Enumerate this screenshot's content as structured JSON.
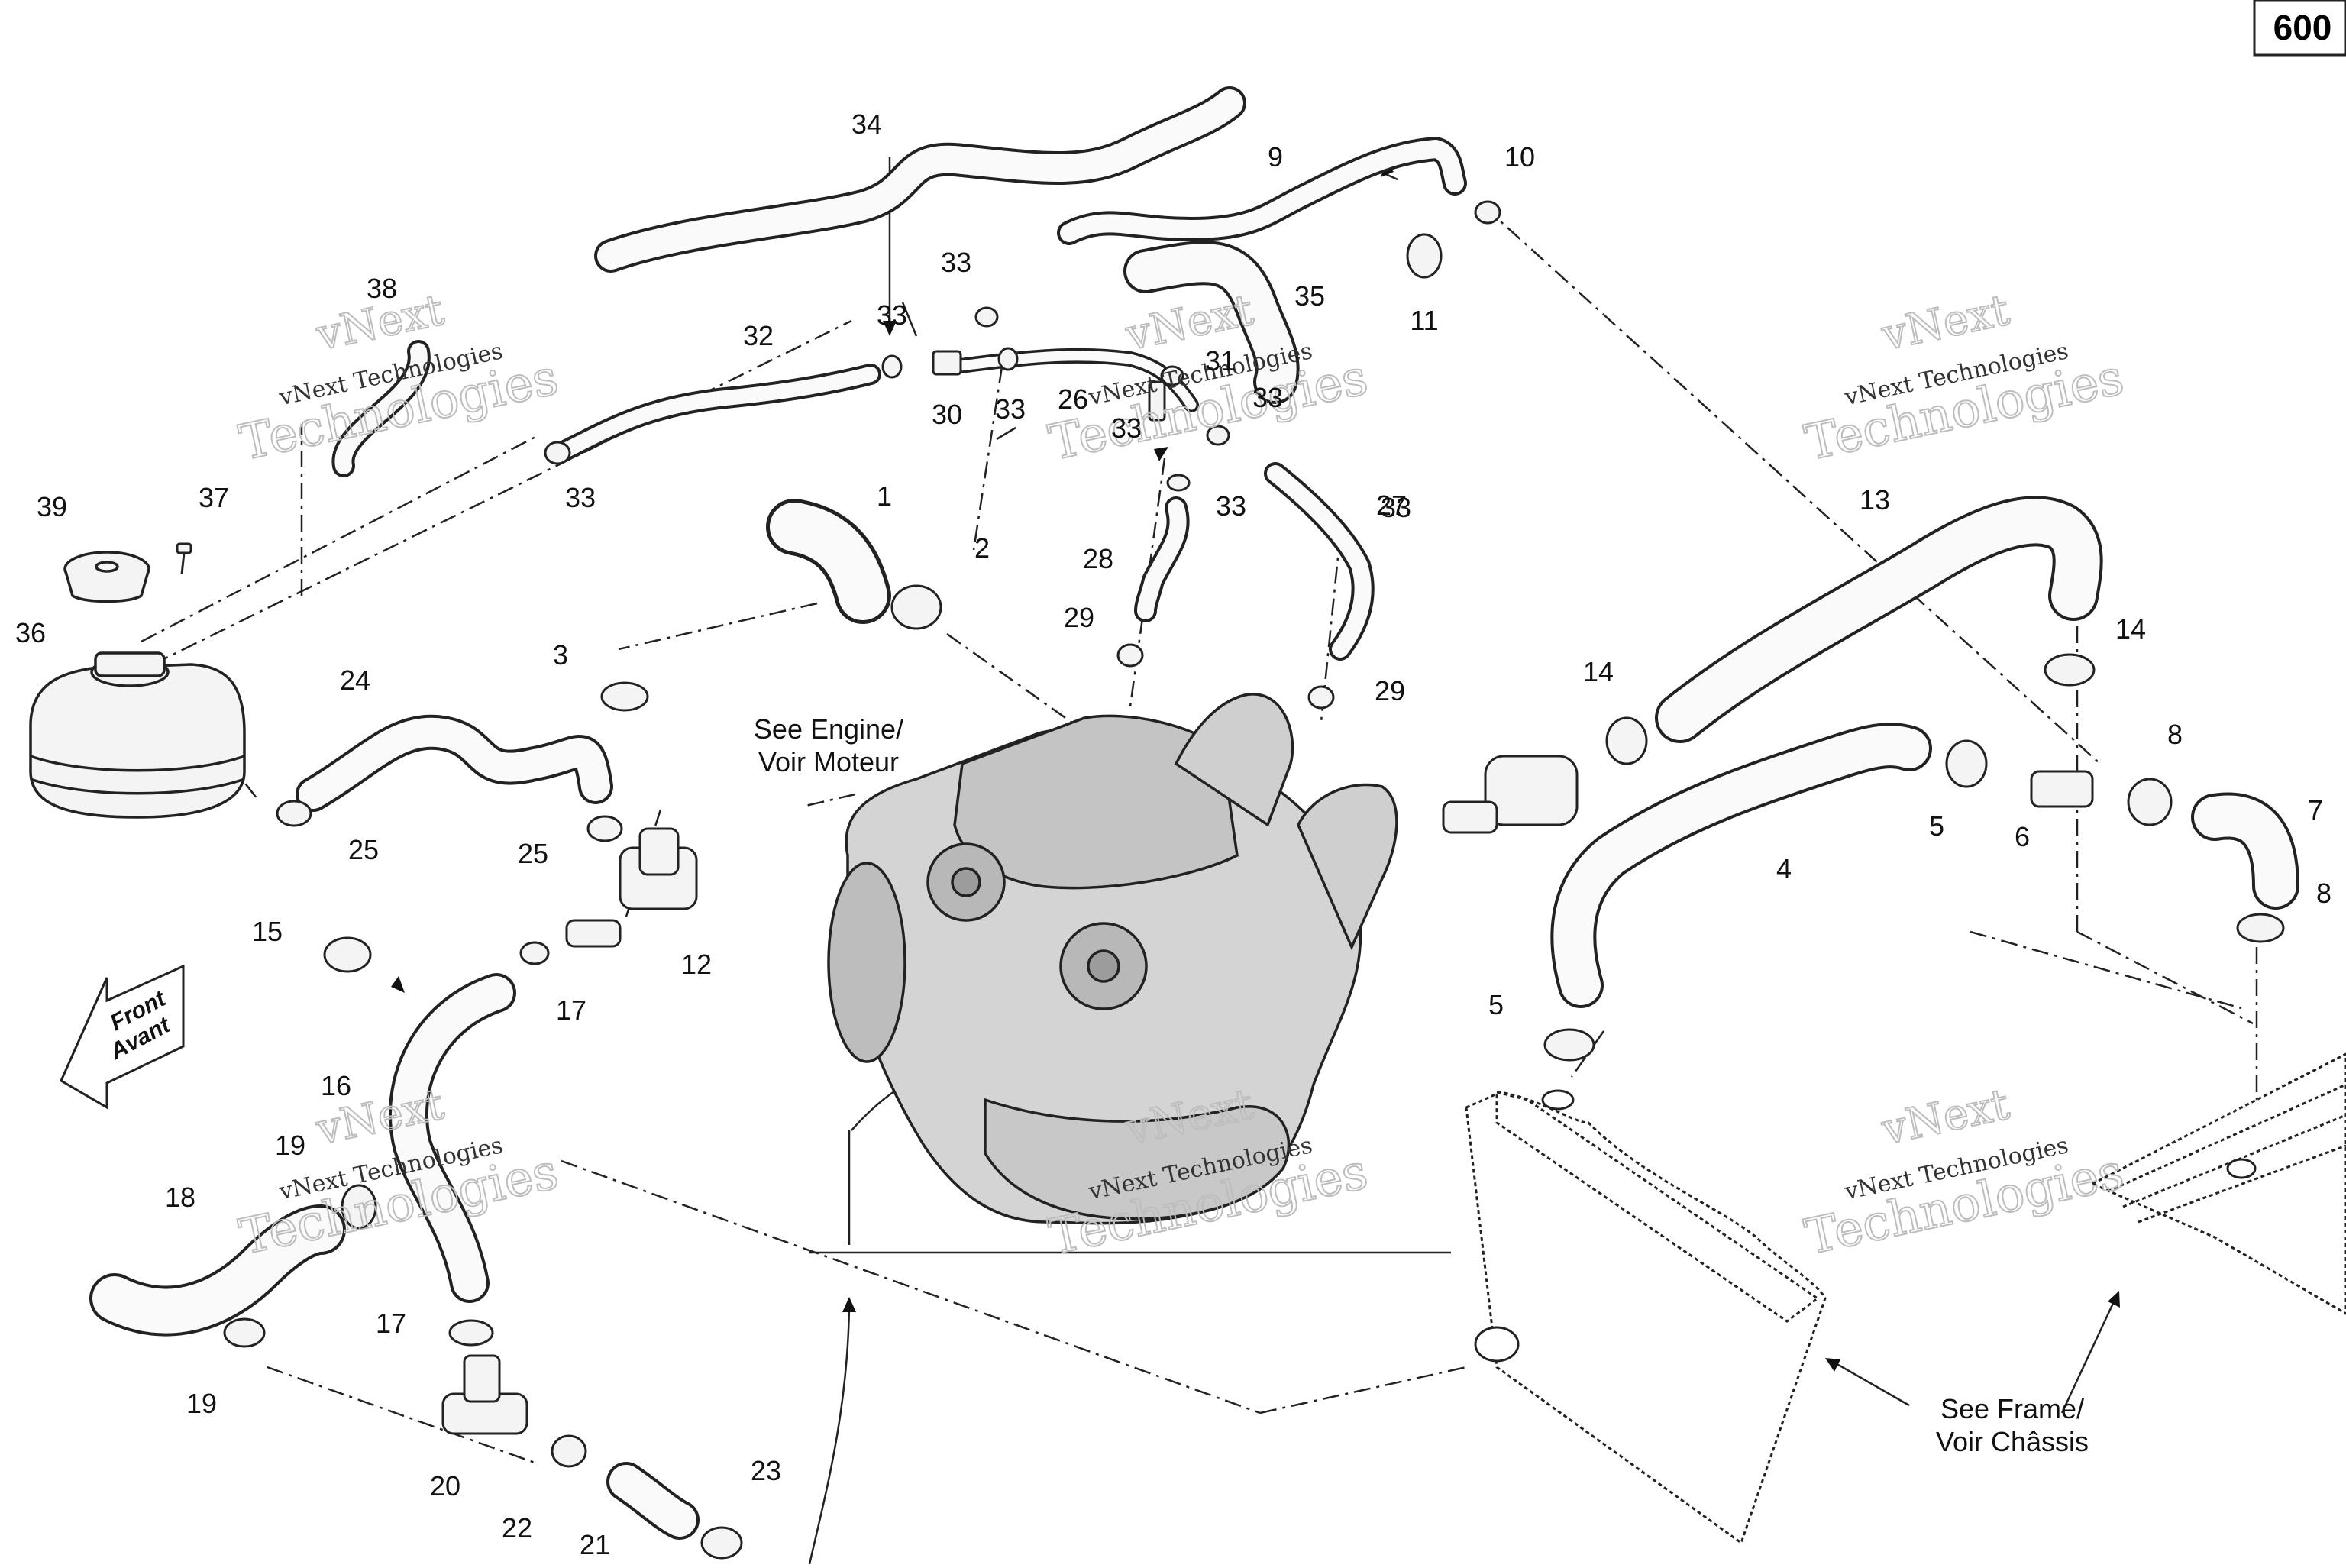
{
  "page_number": "600",
  "watermark": {
    "line1": "vNext",
    "line2": "vNext Technologies",
    "line3": "Technologies"
  },
  "front_arrow": {
    "line1": "Front",
    "line2": "Avant"
  },
  "notes": {
    "engine_line1": "See Engine/",
    "engine_line2": "Voir Moteur",
    "frame_line1": "See Frame/",
    "frame_line2": "Voir Châssis"
  },
  "callouts": [
    {
      "label": "34"
    },
    {
      "label": "9"
    },
    {
      "label": "10"
    },
    {
      "label": "33"
    },
    {
      "label": "11"
    },
    {
      "label": "35"
    },
    {
      "label": "38"
    },
    {
      "label": "33"
    },
    {
      "label": "32"
    },
    {
      "label": "31"
    },
    {
      "label": "33"
    },
    {
      "label": "30"
    },
    {
      "label": "33"
    },
    {
      "label": "26"
    },
    {
      "label": "33"
    },
    {
      "label": "33"
    },
    {
      "label": "39"
    },
    {
      "label": "37"
    },
    {
      "label": "33"
    },
    {
      "label": "1"
    },
    {
      "label": "33"
    },
    {
      "label": "27"
    },
    {
      "label": "2"
    },
    {
      "label": "28"
    },
    {
      "label": "36"
    },
    {
      "label": "29"
    },
    {
      "label": "3"
    },
    {
      "label": "29"
    },
    {
      "label": "24"
    },
    {
      "label": "25"
    },
    {
      "label": "25"
    },
    {
      "label": "12"
    },
    {
      "label": "15"
    },
    {
      "label": "17"
    },
    {
      "label": "16"
    },
    {
      "label": "19"
    },
    {
      "label": "18"
    },
    {
      "label": "17"
    },
    {
      "label": "19"
    },
    {
      "label": "20"
    },
    {
      "label": "22"
    },
    {
      "label": "21"
    },
    {
      "label": "23"
    },
    {
      "label": "13"
    },
    {
      "label": "14"
    },
    {
      "label": "14"
    },
    {
      "label": "8"
    },
    {
      "label": "5"
    },
    {
      "label": "6"
    },
    {
      "label": "7"
    },
    {
      "label": "4"
    },
    {
      "label": "8"
    },
    {
      "label": "5"
    }
  ]
}
